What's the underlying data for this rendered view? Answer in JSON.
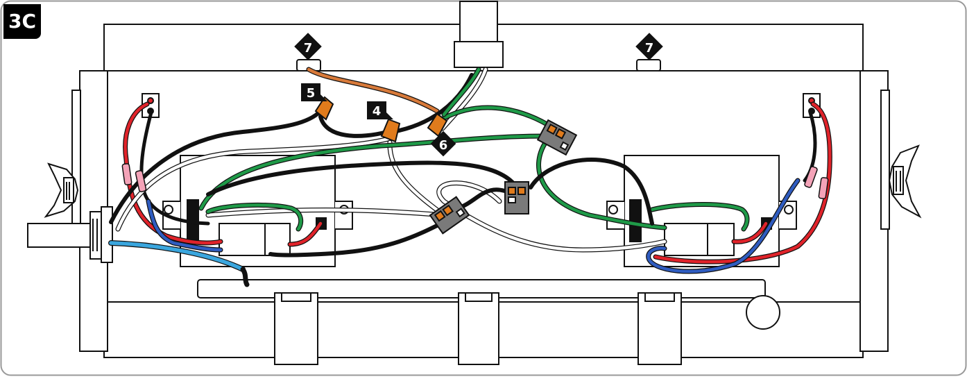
{
  "step": "3C",
  "callouts": {
    "c4": "4",
    "c5": "5",
    "c6": "6",
    "c7_left": "7",
    "c7_right": "7"
  },
  "colors": {
    "black_wire": "#111111",
    "white_wire": "#ffffff",
    "green_wire": "#1f9a48",
    "red_wire": "#e0232a",
    "blue_wire": "#2f5cc0",
    "light_blue_wire": "#3aa6de",
    "orange_wire": "#d87a3a",
    "wire_nut": "#e07b1c",
    "lever_connector": "#7a7a7a",
    "pink_crimp": "#f4a3b8"
  }
}
